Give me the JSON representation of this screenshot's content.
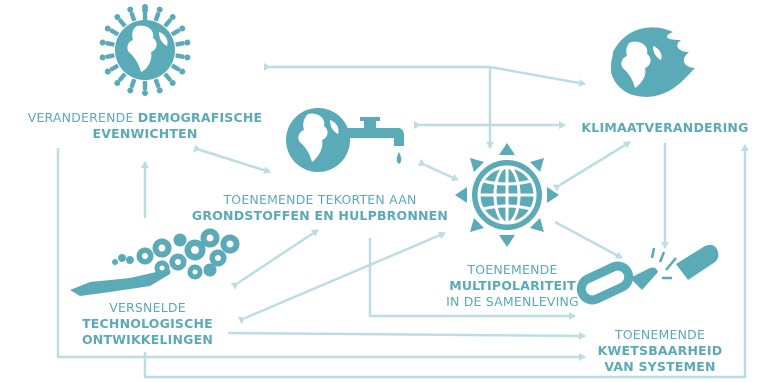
{
  "colors": {
    "accent": "#5aaab7",
    "arrow": "#bcdde4"
  },
  "nodes": {
    "demografie": {
      "line1_light": "VERANDERENDE ",
      "line1_bold": "DEMOGRAFISCHE",
      "line2_bold": "EVENWICHTEN",
      "icon": "globe-with-people-icon"
    },
    "grondstoffen": {
      "line1_light": "TOENEMENDE TEKORTEN AAN",
      "line2_bold": "GRONDSTOFFEN EN HULPBRONNEN",
      "icon": "globe-with-faucet-icon"
    },
    "klimaat": {
      "line1_bold": "KLIMAATVERANDERING",
      "icon": "globe-on-fire-icon"
    },
    "multipolariteit": {
      "line1_light": "TOENEMENDE",
      "line2_bold": "MULTIPOLARITEIT",
      "line3_light": "IN DE SAMENLEVING",
      "icon": "globe-sun-icon"
    },
    "technologie": {
      "line1_light": "VERSNELDE",
      "line2_bold": "TECHNOLOGISCHE",
      "line3_bold": "ONTWIKKELINGEN",
      "icon": "hand-with-gears-icon"
    },
    "kwetsbaarheid": {
      "line1_light": "TOENEMENDE",
      "line2_bold": "KWETSBAARHEID",
      "line3_bold": "VAN SYSTEMEN",
      "icon": "broken-chain-icon"
    }
  }
}
